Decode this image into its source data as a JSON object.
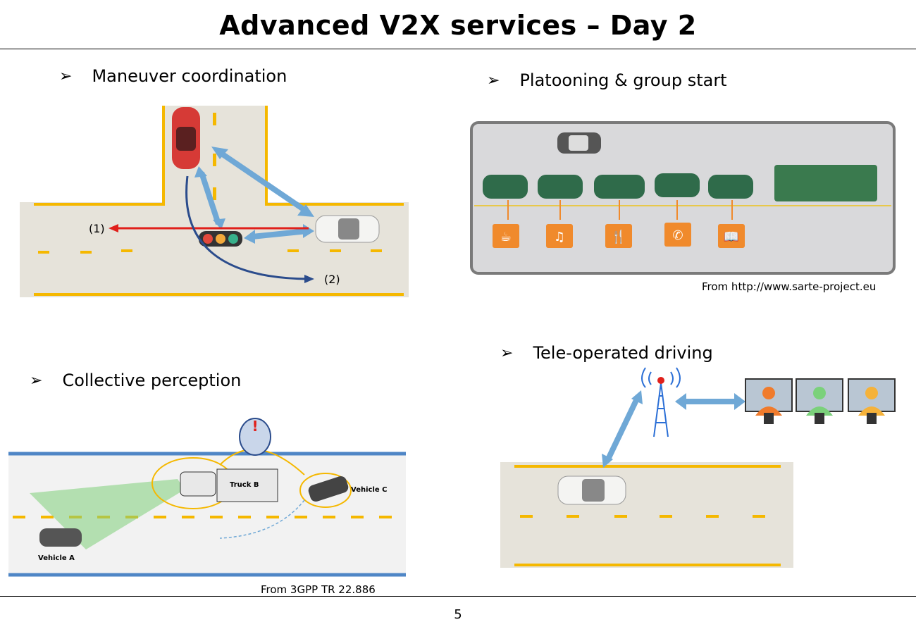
{
  "slide": {
    "title": "Advanced V2X services – Day 2",
    "page_number": "5"
  },
  "sections": {
    "maneuver": {
      "heading": "Maneuver coordination",
      "labels": {
        "path1": "(1)",
        "path2": "(2)"
      }
    },
    "platooning": {
      "heading": "Platooning & group start",
      "credit": "From http://www.sarte-project.eu",
      "service_icons": [
        "coffee-icon",
        "music-icon",
        "dining-icon",
        "phone-icon",
        "book-icon"
      ]
    },
    "collective": {
      "heading": "Collective perception",
      "credit": "From 3GPP TR 22.886",
      "labels": {
        "truck": "Truck B",
        "vehicle_c": "Vehicle C",
        "vehicle_a": "Vehicle A"
      }
    },
    "teleop": {
      "heading": "Tele-operated driving",
      "operators": [
        "operator-orange",
        "operator-green",
        "operator-yellow"
      ]
    }
  },
  "colors": {
    "road": "#e6e3da",
    "lane_yellow": "#f5b800",
    "arrow_blue": "#6fa8d6",
    "red_arrow": "#e0201b",
    "path_navy": "#2b4c8c",
    "road_border_blue": "#4f86c6",
    "platoon_green": "#2f6b4a",
    "service_orange": "#f08a2c"
  }
}
